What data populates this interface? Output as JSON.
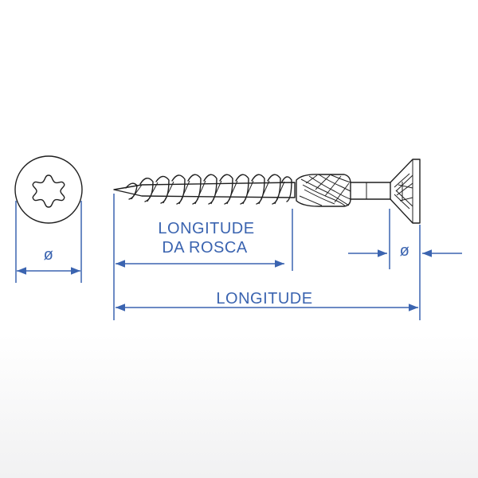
{
  "labels": {
    "thread_length_line1": "LONGITUDE",
    "thread_length_line2": "DA ROSCA",
    "total_length": "LONGITUDE",
    "head_diameter": "ø",
    "shank_diameter": "ø"
  },
  "icons": {
    "head_drive": "torx-drive-icon"
  },
  "colors": {
    "dimension": "#3b64b0",
    "outline": "#1f1f1f"
  }
}
